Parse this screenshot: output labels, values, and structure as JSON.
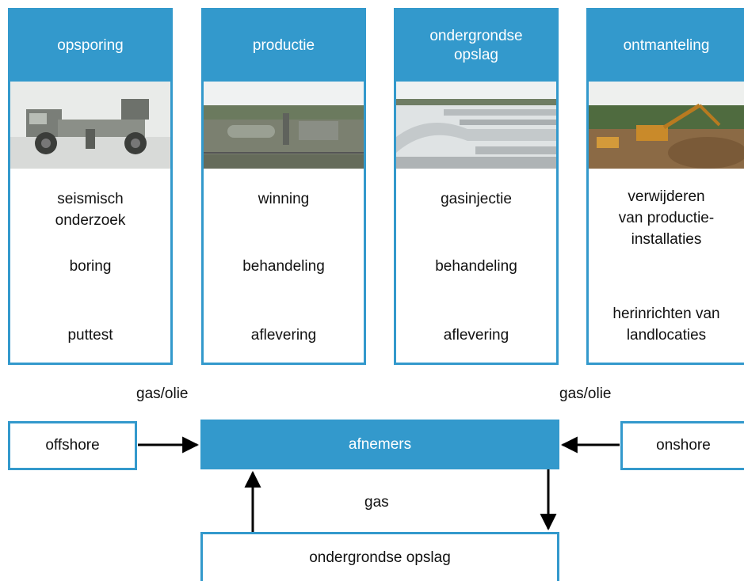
{
  "columns": [
    {
      "title": "opsporing",
      "photo_icon": "seismic-truck-photo",
      "steps": [
        "seismisch\nonderzoek",
        "boring",
        "puttest"
      ]
    },
    {
      "title": "productie",
      "photo_icon": "production-plant-photo",
      "steps": [
        "winning",
        "behandeling",
        "aflevering"
      ]
    },
    {
      "title": "ondergrondse\nopslag",
      "photo_icon": "storage-pipes-photo",
      "steps": [
        "gasinjectie",
        "behandeling",
        "aflevering"
      ]
    },
    {
      "title": "ontmanteling",
      "photo_icon": "excavator-photo",
      "steps": [
        "verwijderen\nvan productie-\ninstallaties",
        "herinrichten van\nlandlocaties"
      ]
    }
  ],
  "flow": {
    "left_flow_label": "gas/olie",
    "right_flow_label": "gas/olie",
    "offshore": "offshore",
    "onshore": "onshore",
    "hub": "afnemers",
    "gas_label": "gas",
    "storage": "ondergrondse opslag"
  },
  "colors": {
    "accent": "#3399cc",
    "text": "#111111",
    "arrow": "#000000"
  }
}
